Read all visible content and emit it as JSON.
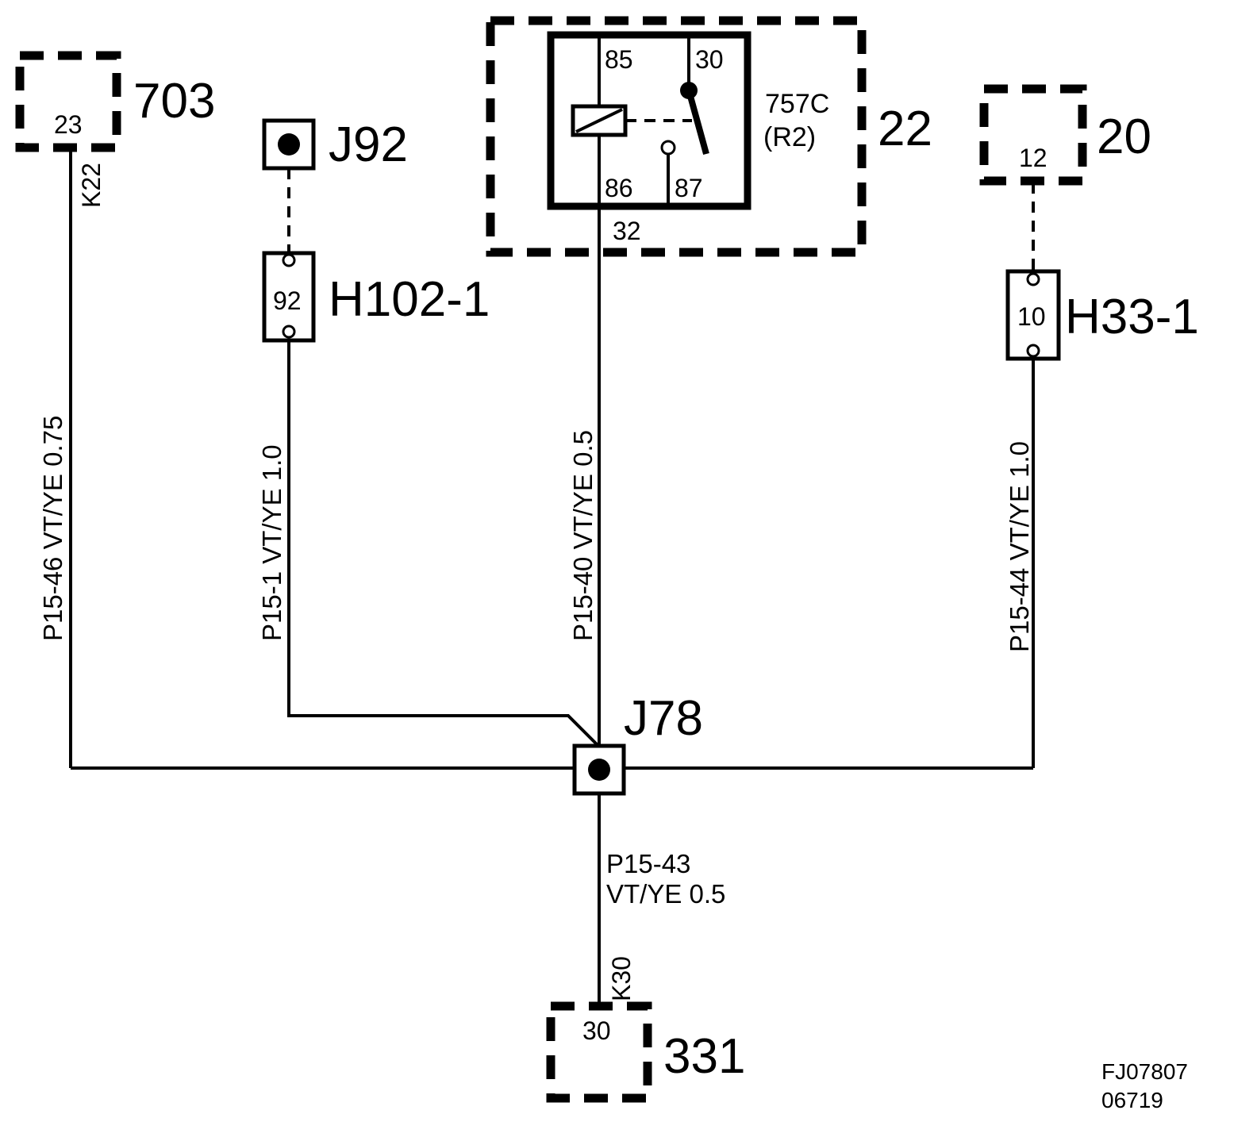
{
  "components": {
    "c703": {
      "id": "703",
      "pin": "23",
      "wire_tag": "K22"
    },
    "c22": {
      "id": "22",
      "relay_name": "757C",
      "relay_sub": "(R2)",
      "pin_85": "85",
      "pin_30": "30",
      "pin_86": "86",
      "pin_87": "87",
      "pin_out": "32"
    },
    "c20": {
      "id": "20",
      "pin": "12"
    },
    "c331": {
      "id": "331",
      "pin": "30",
      "wire_tag": "K30"
    }
  },
  "connectors": {
    "j92": {
      "id": "J92"
    },
    "h102": {
      "id": "H102-1",
      "pin": "92"
    },
    "h33": {
      "id": "H33-1",
      "pin": "10"
    },
    "j78": {
      "id": "J78"
    }
  },
  "wires": {
    "w46": {
      "label": "P15-46  VT/YE  0.75"
    },
    "w1": {
      "label": "P15-1  VT/YE  1.0"
    },
    "w40": {
      "label": "P15-40  VT/YE  0.5"
    },
    "w44": {
      "label": "P15-44 VT/YE  1.0"
    },
    "w43": {
      "line1": "P15-43",
      "line2": "VT/YE   0.5"
    }
  },
  "footer": {
    "ref1": "FJ07807",
    "ref2": "06719"
  }
}
